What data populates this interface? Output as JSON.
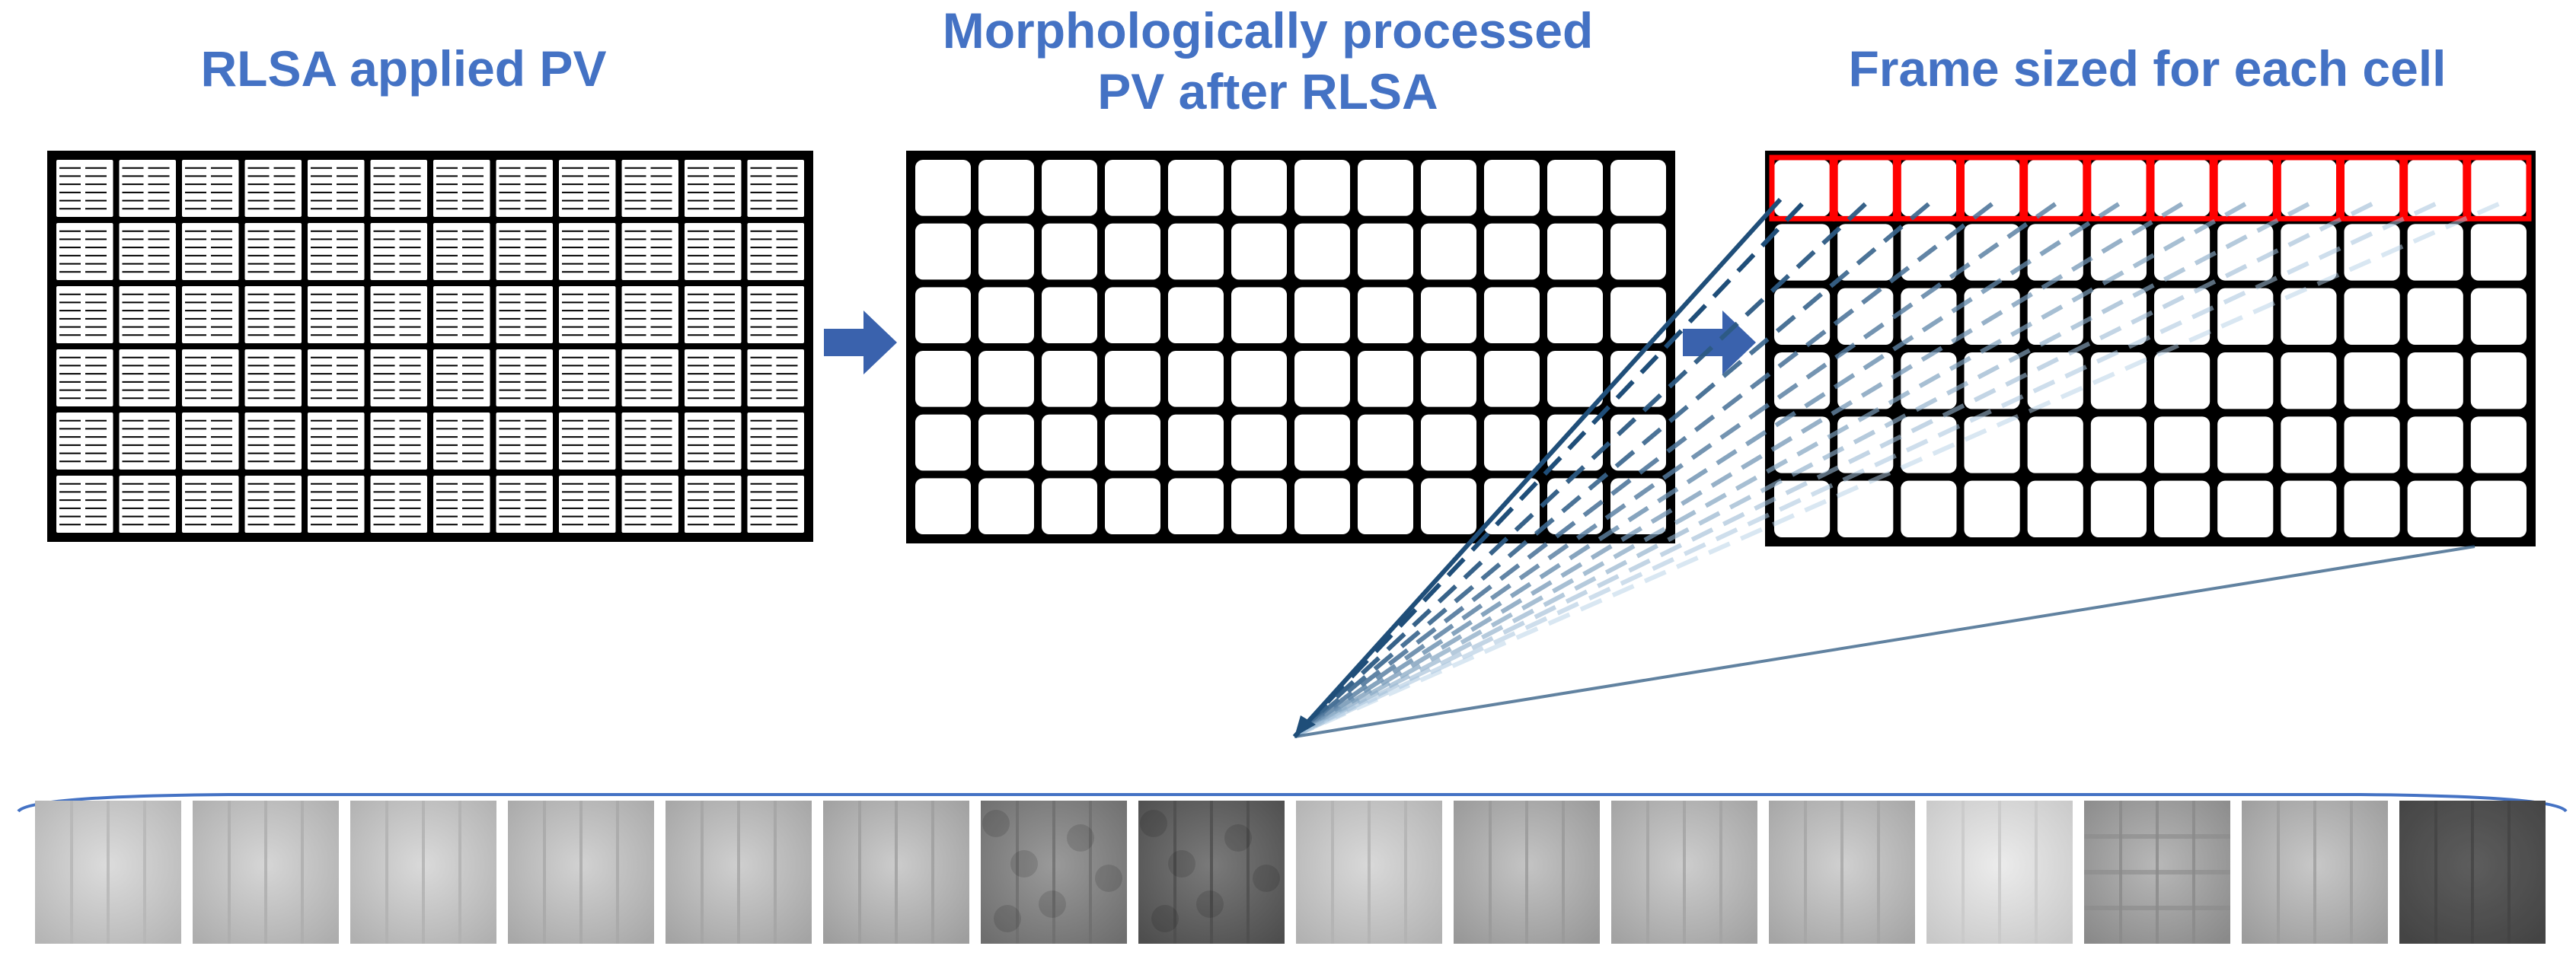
{
  "titles": {
    "rlsa": "RLSA applied PV",
    "morph_line1": "Morphologically processed",
    "morph_line2": "PV after RLSA",
    "frame": "Frame sized for each cell"
  },
  "grid": {
    "rows": 6,
    "cols": 12
  },
  "colors": {
    "title": "#4472c4",
    "arrow": "#3a62ad",
    "frame": "#ff0000",
    "connector": "#1f4e79",
    "brace": "#4472c4"
  },
  "cell_thumbnails": [
    {
      "bg": "#dcdcdc",
      "line": "#b5b5b5",
      "busbars": 3,
      "pattern": "plain"
    },
    {
      "bg": "#d6d6d6",
      "line": "#adadad",
      "busbars": 3,
      "pattern": "plain"
    },
    {
      "bg": "#dadada",
      "line": "#b0b0b0",
      "busbars": 3,
      "pattern": "plain"
    },
    {
      "bg": "#d2d2d2",
      "line": "#a8a8a8",
      "busbars": 3,
      "pattern": "plain"
    },
    {
      "bg": "#cfcfcf",
      "line": "#a4a4a4",
      "busbars": 3,
      "pattern": "plain"
    },
    {
      "bg": "#cccccc",
      "line": "#9e9e9e",
      "busbars": 3,
      "pattern": "plain"
    },
    {
      "bg": "#9a9a9a",
      "line": "#6e6e6e",
      "busbars": 3,
      "pattern": "blotch"
    },
    {
      "bg": "#7a7a7a",
      "line": "#4e4e4e",
      "busbars": 3,
      "pattern": "blotch"
    },
    {
      "bg": "#d9d9d9",
      "line": "#b2b2b2",
      "busbars": 3,
      "pattern": "plain"
    },
    {
      "bg": "#c4c4c4",
      "line": "#989898",
      "busbars": 3,
      "pattern": "plain"
    },
    {
      "bg": "#cdcdcd",
      "line": "#a2a2a2",
      "busbars": 3,
      "pattern": "plain"
    },
    {
      "bg": "#d0d0d0",
      "line": "#a5a5a5",
      "busbars": 3,
      "pattern": "plain"
    },
    {
      "bg": "#ececec",
      "line": "#c8c8c8",
      "busbars": 3,
      "pattern": "bright"
    },
    {
      "bg": "#b8b8b8",
      "line": "#8a8a8a",
      "busbars": 3,
      "pattern": "grid"
    },
    {
      "bg": "#c8c8c8",
      "line": "#9c9c9c",
      "busbars": 3,
      "pattern": "plain"
    },
    {
      "bg": "#6e6e6e",
      "line": "#505050",
      "busbars": 3,
      "pattern": "dark"
    }
  ]
}
